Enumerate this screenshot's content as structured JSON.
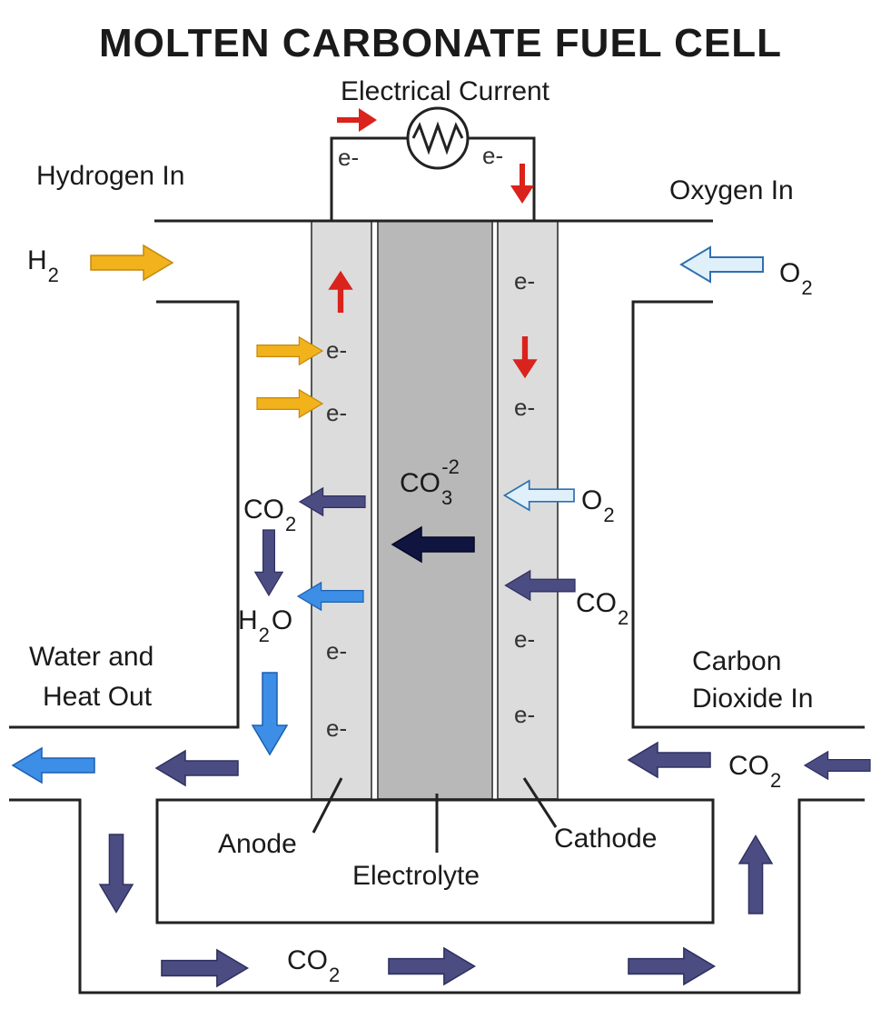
{
  "title": "MOLTEN CARBONATE FUEL CELL",
  "electrical_current": "Electrical Current",
  "labels": {
    "hydrogen_in": "Hydrogen In",
    "oxygen_in": "Oxygen In",
    "water_heat_out_1": "Water and",
    "water_heat_out_2": "Heat Out",
    "co2_in_1": "Carbon",
    "co2_in_2": "Dioxide In",
    "anode": "Anode",
    "electrolyte": "Electrolyte",
    "cathode": "Cathode"
  },
  "species": {
    "electron": "e-",
    "h2": "H",
    "h2_sub": "2",
    "o2": "O",
    "o2_sub": "2",
    "co2": "CO",
    "co2_sub": "2",
    "h2o_h": "H",
    "h2o_sub": "2",
    "h2o_o": "O",
    "co3": "CO",
    "co3_sub": "3",
    "co3_sup": "-2"
  },
  "colors": {
    "hydrogen": "#f2b21c",
    "oxygen": "#dff0fb",
    "oxygen_stroke": "#2f6fb0",
    "co2": "#4b4d82",
    "water": "#3d8ee6",
    "electron_current": "#d9231c",
    "carbonate": "#101540",
    "anode_fill": "#dcdcdc",
    "electrolyte_fill": "#b8b8b8",
    "cathode_fill": "#dcdcdc"
  }
}
